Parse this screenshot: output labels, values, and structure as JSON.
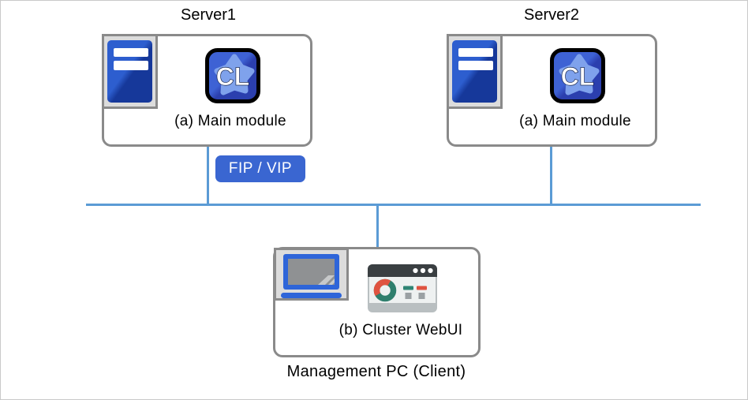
{
  "diagram": {
    "servers": [
      {
        "title": "Server1",
        "module_label": "(a) Main module"
      },
      {
        "title": "Server2",
        "module_label": "(a) Main module"
      }
    ],
    "network_badge": "FIP / VIP",
    "management": {
      "module_label": "(b) Cluster WebUI",
      "caption": "Management PC (Client)"
    },
    "cl_icon_text": "CL"
  },
  "icons": {
    "server": "server-tower-icon",
    "cluster_app": "cl-cluster-app-icon",
    "laptop": "laptop-icon",
    "webui": "browser-dashboard-icon"
  },
  "colors": {
    "line_blue": "#5b9bd5",
    "badge_blue": "#3a66d1",
    "box_border": "#8a8a8a",
    "panel_bg": "#dcdcdc",
    "panel_border": "#8a8a8a",
    "server_blue_light": "#2d5ecf",
    "server_blue_dark": "#16389a",
    "cl_blue_light": "#3e62d4",
    "cl_blue_dark": "#2b3fae",
    "cl_splash": "#7fa2ec",
    "cl_letters": "#ffffff",
    "browser_header": "#3a3f42",
    "browser_body": "#eef1f1",
    "browser_frame": "#b9bfc1",
    "donut_teal": "#2f7f6d",
    "donut_red": "#df5340",
    "mini_teal": "#2f8574",
    "mini_gray": "#9aa0a3",
    "laptop_blue": "#2e65d9",
    "screen_gray": "#8f9193",
    "text_color": "#000000",
    "canvas_border": "#c9c9c9"
  }
}
